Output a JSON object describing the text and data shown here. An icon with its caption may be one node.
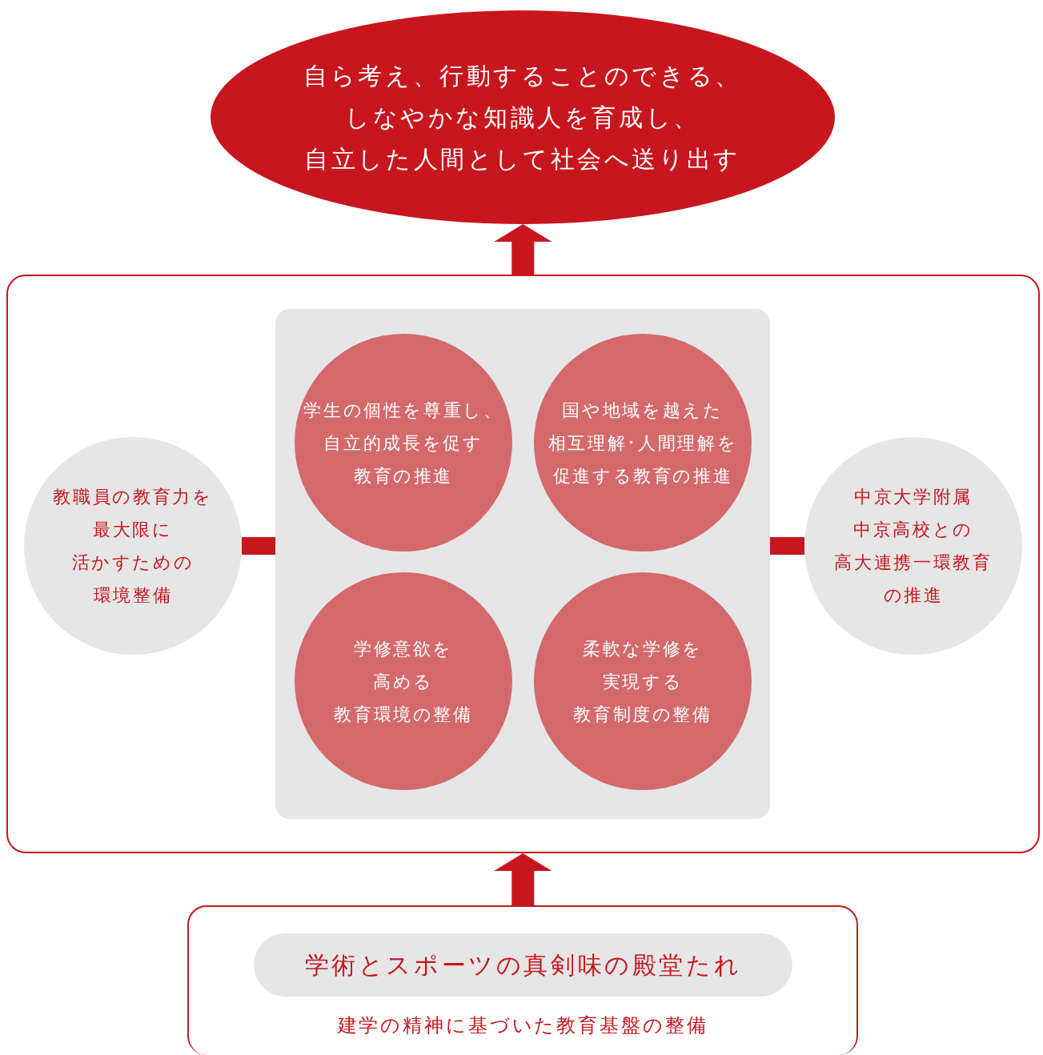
{
  "diagram": {
    "nodes": [
      {
        "text": [
          "自ら考え、行動することのできる、しなやかな知識人を育成し、自立した人間として社会へ送り出す"
        ]
      },
      {
        "text": [],
        "shape": "box"
      },
      {
        "text": [],
        "shape": "box",
        "in": 1
      },
      {
        "text": [
          "学生の個性を尊重し、自立的成長を促す教育の推進"
        ],
        "in": 2
      },
      {
        "text": [
          "国や地域を越えた相互理解･人間理解を促進する教育の推進"
        ],
        "in": 2
      },
      {
        "text": [
          "教職員の教育力を最大限に活かすための環境整備"
        ],
        "in": 1
      },
      {
        "text": [
          "中京大学附属中京高校との高大連携一環教育の推進"
        ],
        "in": 1
      },
      {
        "text": [
          "学修意欲を高める教育環境の整備"
        ],
        "in": 2
      },
      {
        "text": [
          "柔軟な学修を実現する教育制度の整備"
        ],
        "in": 2
      },
      {
        "text": [
          "建学の精神に基づいた教育基盤の整備"
        ]
      },
      {
        "text": [
          "学術とスポーツの真剣味の殿堂たれ"
        ],
        "in": 9
      }
    ],
    "edges": [
      {
        "from": 9,
        "to": 1,
        "arrow": "to"
      },
      {
        "from": 1,
        "to": 0,
        "arrow": "to"
      },
      {
        "from": 5,
        "to": 2,
        "arrow": "none"
      },
      {
        "from": 6,
        "to": 2,
        "arrow": "none"
      }
    ]
  }
}
